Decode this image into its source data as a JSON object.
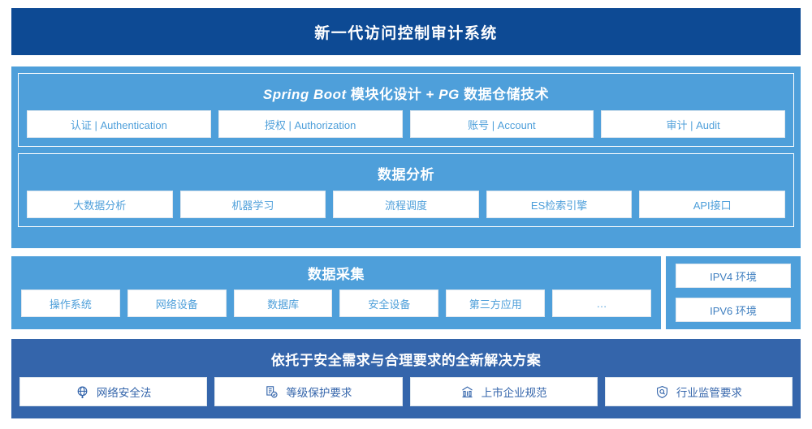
{
  "header": {
    "title": "新一代访问控制审计系统"
  },
  "colors": {
    "title_bar": "#0d4a94",
    "panel_light_blue": "#4e9fda",
    "panel_dark_blue": "#3465ab",
    "chip_background": "#ffffff"
  },
  "platform": {
    "title_latin_1": "Spring Boot",
    "title_cn_1": " 模块化设计 + ",
    "title_latin_2": "PG",
    "title_cn_2": " 数据仓储技术",
    "chips": [
      {
        "label": "认证 | Authentication"
      },
      {
        "label": "授权 | Authorization"
      },
      {
        "label": "账号 | Account"
      },
      {
        "label": "审计 | Audit"
      }
    ]
  },
  "analysis": {
    "title": "数据分析",
    "chips": [
      {
        "label": "大数据分析"
      },
      {
        "label": "机器学习"
      },
      {
        "label": "流程调度"
      },
      {
        "label": "ES检索引擎"
      },
      {
        "label": "API接口"
      }
    ]
  },
  "collection": {
    "title": "数据采集",
    "chips": [
      {
        "label": "操作系统"
      },
      {
        "label": "网络设备"
      },
      {
        "label": "数据库"
      },
      {
        "label": "安全设备"
      },
      {
        "label": "第三方应用"
      },
      {
        "label": "…"
      }
    ]
  },
  "environment": {
    "chips": [
      {
        "label": "IPV4 环境"
      },
      {
        "label": "IPV6 环境"
      }
    ]
  },
  "solution": {
    "title": "依托于安全需求与合理要求的全新解决方案",
    "chips": [
      {
        "label": "网络安全法",
        "icon": "globe-network-icon"
      },
      {
        "label": "等级保护要求",
        "icon": "document-check-icon"
      },
      {
        "label": "上市企业规范",
        "icon": "bank-building-icon"
      },
      {
        "label": "行业监管要求",
        "icon": "shield-search-icon"
      }
    ]
  }
}
